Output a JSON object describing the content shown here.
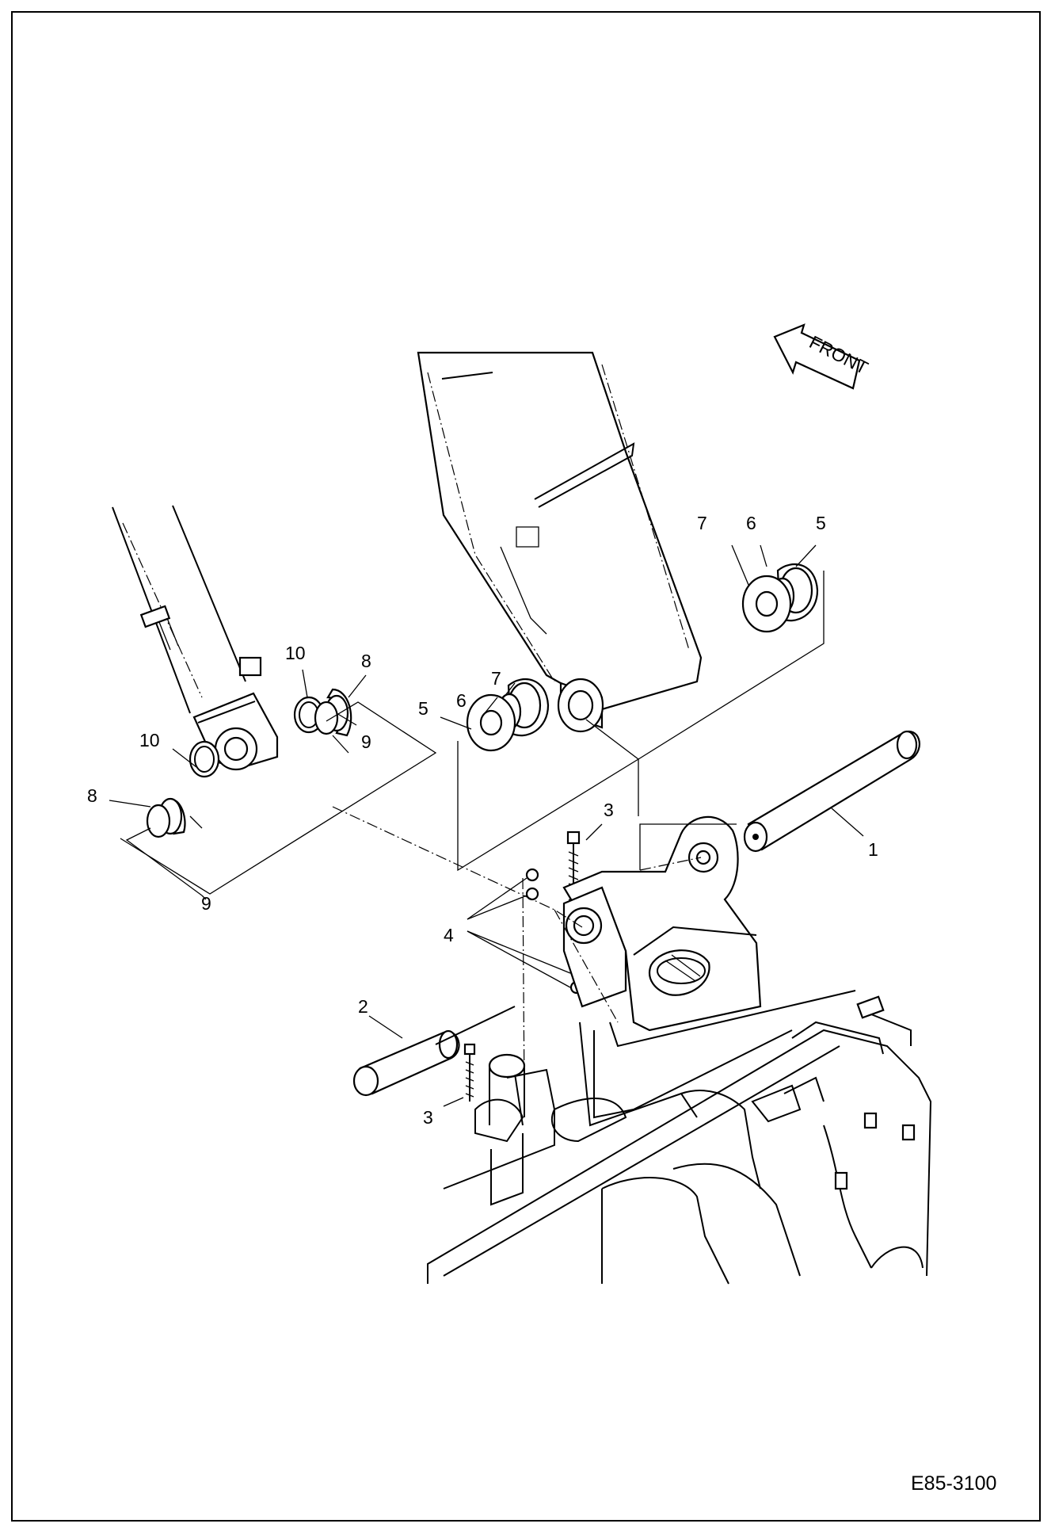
{
  "diagram": {
    "front_arrow_label": "FRONT",
    "reference_code": "E85-3100",
    "callouts": {
      "c1": "1",
      "c2": "2",
      "c3a": "3",
      "c3b": "3",
      "c4": "4",
      "c5a": "5",
      "c5b": "5",
      "c6a": "6",
      "c6b": "6",
      "c7a": "7",
      "c7b": "7",
      "c8a": "8",
      "c8b": "8",
      "c9a": "9",
      "c9b": "9",
      "c10a": "10",
      "c10b": "10"
    }
  }
}
